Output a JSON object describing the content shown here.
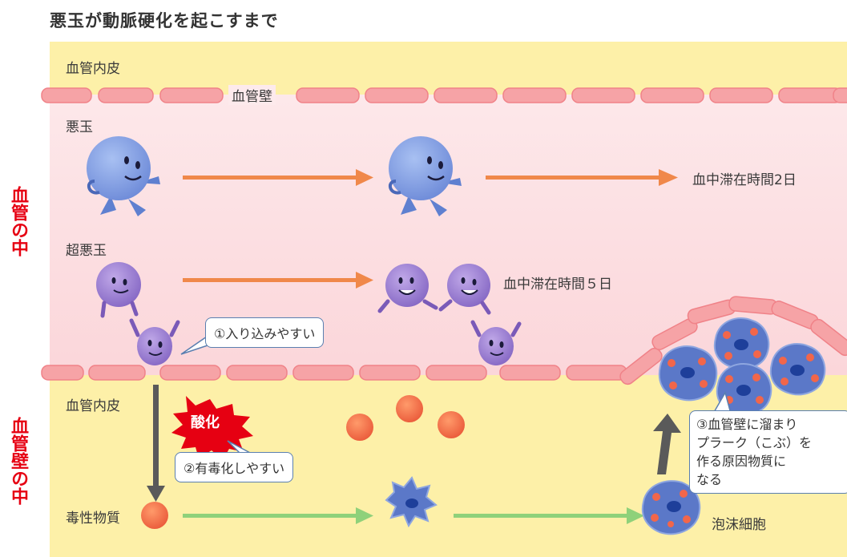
{
  "title": "悪玉が動脈硬化を起こすまで",
  "side_labels": {
    "in_blood": "血管の中",
    "in_wall": "血管壁の中"
  },
  "labels": {
    "endothelium_top": "血管内皮",
    "vessel_wall": "血管壁",
    "bad": "悪玉",
    "super_bad": "超悪玉",
    "bad_stay": "血中滞在時間2日",
    "super_bad_stay": "血中滞在時間５日",
    "endothelium_bottom": "血管内皮",
    "oxidation": "酸化",
    "toxic": "毒性物質",
    "foam_cell": "泡沫細胞"
  },
  "callouts": {
    "c1": "①入り込みやすい",
    "c2": "②有毒化しやすい",
    "c3": "③血管壁に溜まり\nプラーク（こぶ）を\n作る原因物質に\nなる"
  },
  "colors": {
    "blood_bg": "#fbe3e6",
    "wall_bg": "#fdf0a8",
    "cell": "#f6a3a6",
    "orange_arrow": "#f0884a",
    "green_arrow": "#8fd17a",
    "accent_red": "#e60012",
    "bad_ball": "#7f9fe0",
    "super_bad_ball": "#9a7fcf"
  }
}
